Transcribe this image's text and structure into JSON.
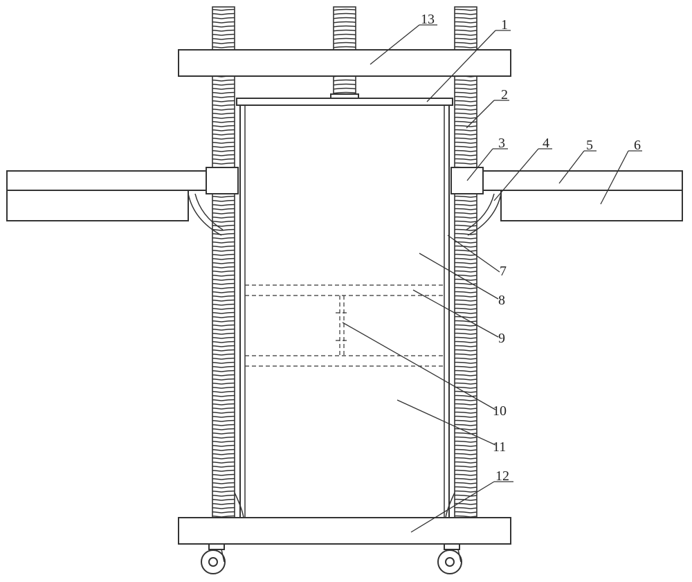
{
  "diagram": {
    "labels": [
      {
        "id": "1",
        "text": "1"
      },
      {
        "id": "2",
        "text": "2"
      },
      {
        "id": "3",
        "text": "3"
      },
      {
        "id": "4",
        "text": "4"
      },
      {
        "id": "5",
        "text": "5"
      },
      {
        "id": "6",
        "text": "6"
      },
      {
        "id": "7",
        "text": "7"
      },
      {
        "id": "8",
        "text": "8"
      },
      {
        "id": "9",
        "text": "9"
      },
      {
        "id": "10",
        "text": "10"
      },
      {
        "id": "11",
        "text": "11"
      },
      {
        "id": "12",
        "text": "12"
      },
      {
        "id": "13",
        "text": "13"
      }
    ]
  }
}
